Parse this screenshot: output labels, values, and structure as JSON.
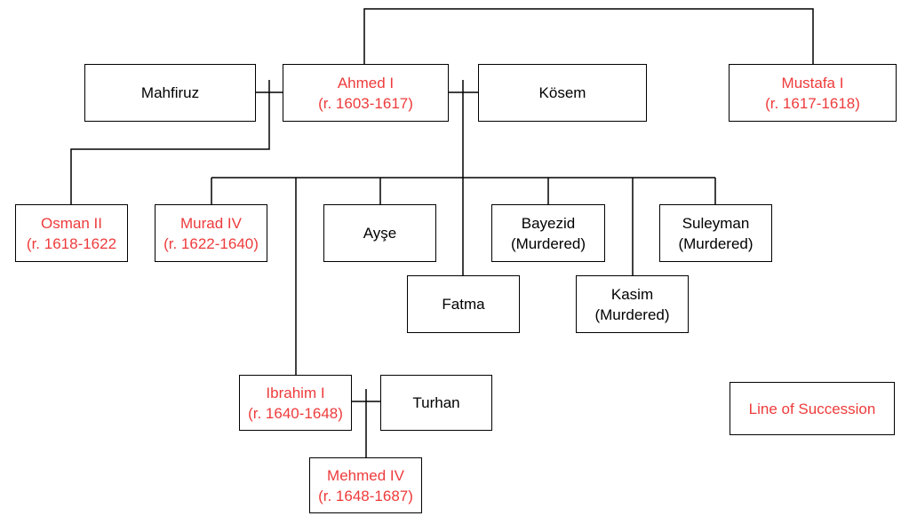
{
  "colors": {
    "ruler_text": "#ee3b3b",
    "normal_text": "#000000",
    "line": "#000000"
  },
  "people": {
    "mahfiruz": {
      "name": "Mahfiruz",
      "detail": ""
    },
    "ahmed_i": {
      "name": "Ahmed I",
      "detail": "(r. 1603-1617)"
    },
    "kosem": {
      "name": "Kösem",
      "detail": ""
    },
    "mustafa_i": {
      "name": "Mustafa I",
      "detail": "(r. 1617-1618)"
    },
    "osman_ii": {
      "name": "Osman II",
      "detail": "(r. 1618-1622"
    },
    "murad_iv": {
      "name": "Murad IV",
      "detail": "(r. 1622-1640)"
    },
    "ayse": {
      "name": "Ayşe",
      "detail": ""
    },
    "bayezid": {
      "name": "Bayezid",
      "detail": "(Murdered)"
    },
    "suleyman": {
      "name": "Suleyman",
      "detail": "(Murdered)"
    },
    "fatma": {
      "name": "Fatma",
      "detail": ""
    },
    "kasim": {
      "name": "Kasim",
      "detail": "(Murdered)"
    },
    "ibrahim_i": {
      "name": "Ibrahim I",
      "detail": "(r. 1640-1648)"
    },
    "turhan": {
      "name": "Turhan",
      "detail": ""
    },
    "mehmed_iv": {
      "name": "Mehmed IV",
      "detail": "(r. 1648-1687)"
    }
  },
  "legend": {
    "label": "Line of Succession"
  }
}
